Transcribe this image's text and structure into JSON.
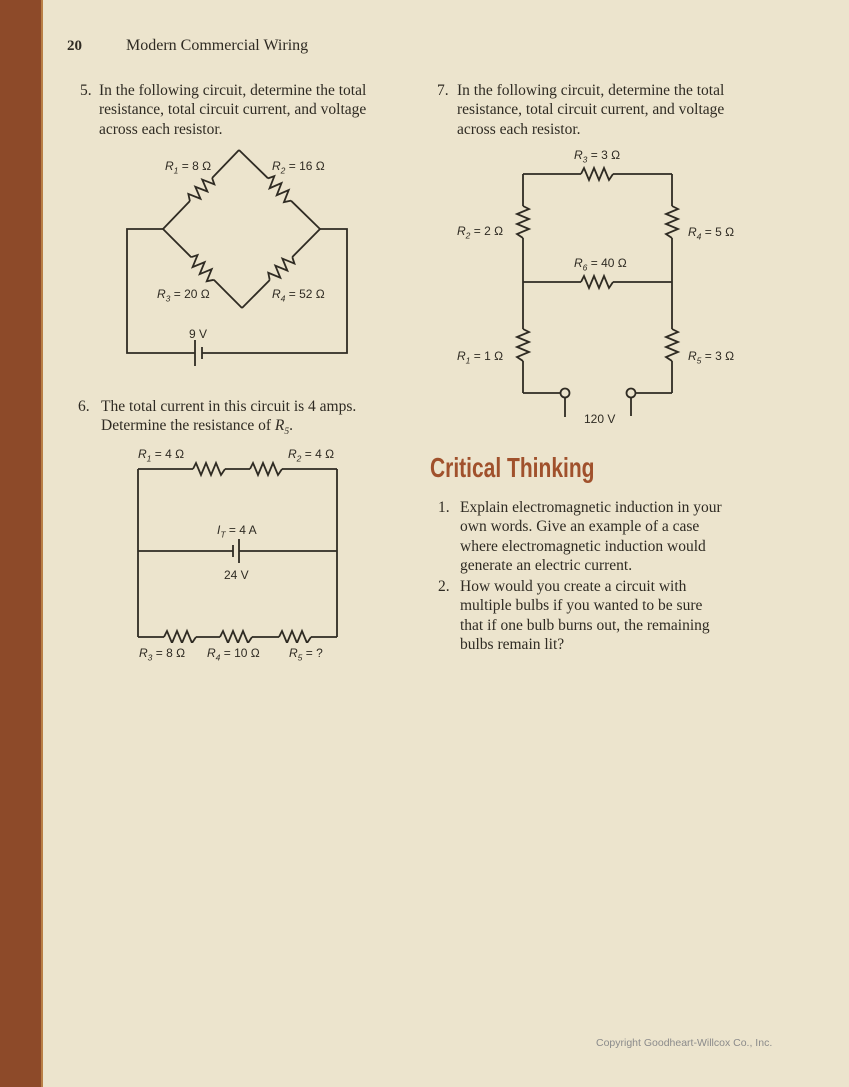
{
  "theme": {
    "page-bg": "#ece4cd",
    "stripe": "#8d4a29",
    "stripe-edge": "#b97f46",
    "ink": "#2f2b23",
    "accent": "#a0512c",
    "muted": "#8b8b8b"
  },
  "header": {
    "page_number": "20",
    "book_title": "Modern Commercial Wiring"
  },
  "questions": {
    "q5": {
      "number": "5.",
      "lines": [
        "In the following circuit, determine the total",
        "resistance, total circuit current, and voltage",
        "across each resistor."
      ]
    },
    "q6": {
      "number": "6.",
      "line1": "The total current in this circuit is 4 amps.",
      "line2": {
        "prefix": "Determine the resistance of ",
        "sym": "R",
        "sub": "5",
        "suffix": "."
      }
    },
    "q7": {
      "number": "7.",
      "lines": [
        "In the following circuit, determine the total",
        "resistance, total circuit current, and voltage",
        "across each resistor."
      ]
    }
  },
  "circuit5": {
    "labels": {
      "r1": {
        "sym": "R",
        "sub": "1",
        "rest": " = 8 Ω"
      },
      "r2": {
        "sym": "R",
        "sub": "2",
        "rest": " = 16 Ω"
      },
      "r3": {
        "sym": "R",
        "sub": "3",
        "rest": " = 20 Ω"
      },
      "r4": {
        "sym": "R",
        "sub": "4",
        "rest": " = 52 Ω"
      },
      "battery": "9 V"
    }
  },
  "circuit6": {
    "labels": {
      "r1": {
        "sym": "R",
        "sub": "1",
        "rest": " = 4 Ω"
      },
      "r2": {
        "sym": "R",
        "sub": "2",
        "rest": " = 4 Ω"
      },
      "it": {
        "sym": "I",
        "sub": "T",
        "rest": " = 4 A"
      },
      "battery": "24 V",
      "r3": {
        "sym": "R",
        "sub": "3",
        "rest": " = 8 Ω"
      },
      "r4": {
        "sym": "R",
        "sub": "4",
        "rest": " = 10 Ω"
      },
      "r5": {
        "sym": "R",
        "sub": "5",
        "rest": " = ?"
      }
    }
  },
  "circuit7": {
    "labels": {
      "r3": {
        "sym": "R",
        "sub": "3",
        "rest": " = 3 Ω"
      },
      "r2": {
        "sym": "R",
        "sub": "2",
        "rest": " = 2 Ω"
      },
      "r4": {
        "sym": "R",
        "sub": "4",
        "rest": " = 5 Ω"
      },
      "r6": {
        "sym": "R",
        "sub": "6",
        "rest": " = 40 Ω"
      },
      "r1": {
        "sym": "R",
        "sub": "1",
        "rest": " = 1 Ω"
      },
      "r5": {
        "sym": "R",
        "sub": "5",
        "rest": " = 3 Ω"
      },
      "source": "120 V"
    }
  },
  "critical_thinking": {
    "heading": "Critical Thinking",
    "items": [
      {
        "number": "1.",
        "lines": [
          "Explain electromagnetic induction in your",
          "own words. Give an example of a case",
          "where electromagnetic induction would",
          "generate an electric current."
        ]
      },
      {
        "number": "2.",
        "lines": [
          "How would you create a circuit with",
          "multiple bulbs if you wanted to be sure",
          "that if one bulb burns out, the remaining",
          "bulbs remain lit?"
        ]
      }
    ]
  },
  "footer": {
    "copyright": "Copyright Goodheart-Willcox Co., Inc."
  }
}
